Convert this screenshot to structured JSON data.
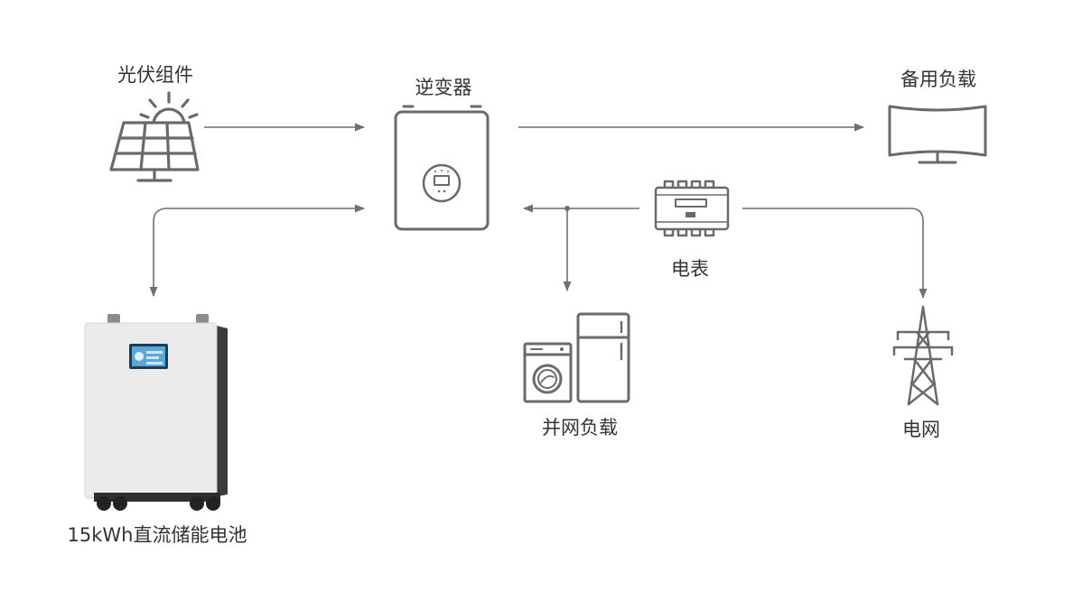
{
  "labels": {
    "solar": "光伏组件",
    "inverter": "逆变器",
    "backup_load": "备用负载",
    "meter": "电表",
    "grid_load": "并网负载",
    "grid": "电网",
    "battery": "15kWh直流储能电池"
  },
  "colors": {
    "line": "#6f6f6f",
    "icon": "#6a6a6a",
    "text": "#333333",
    "battery_body": "#ebebeb",
    "battery_side": "#3c3c3c",
    "battery_screen": "#5aa8d8"
  }
}
